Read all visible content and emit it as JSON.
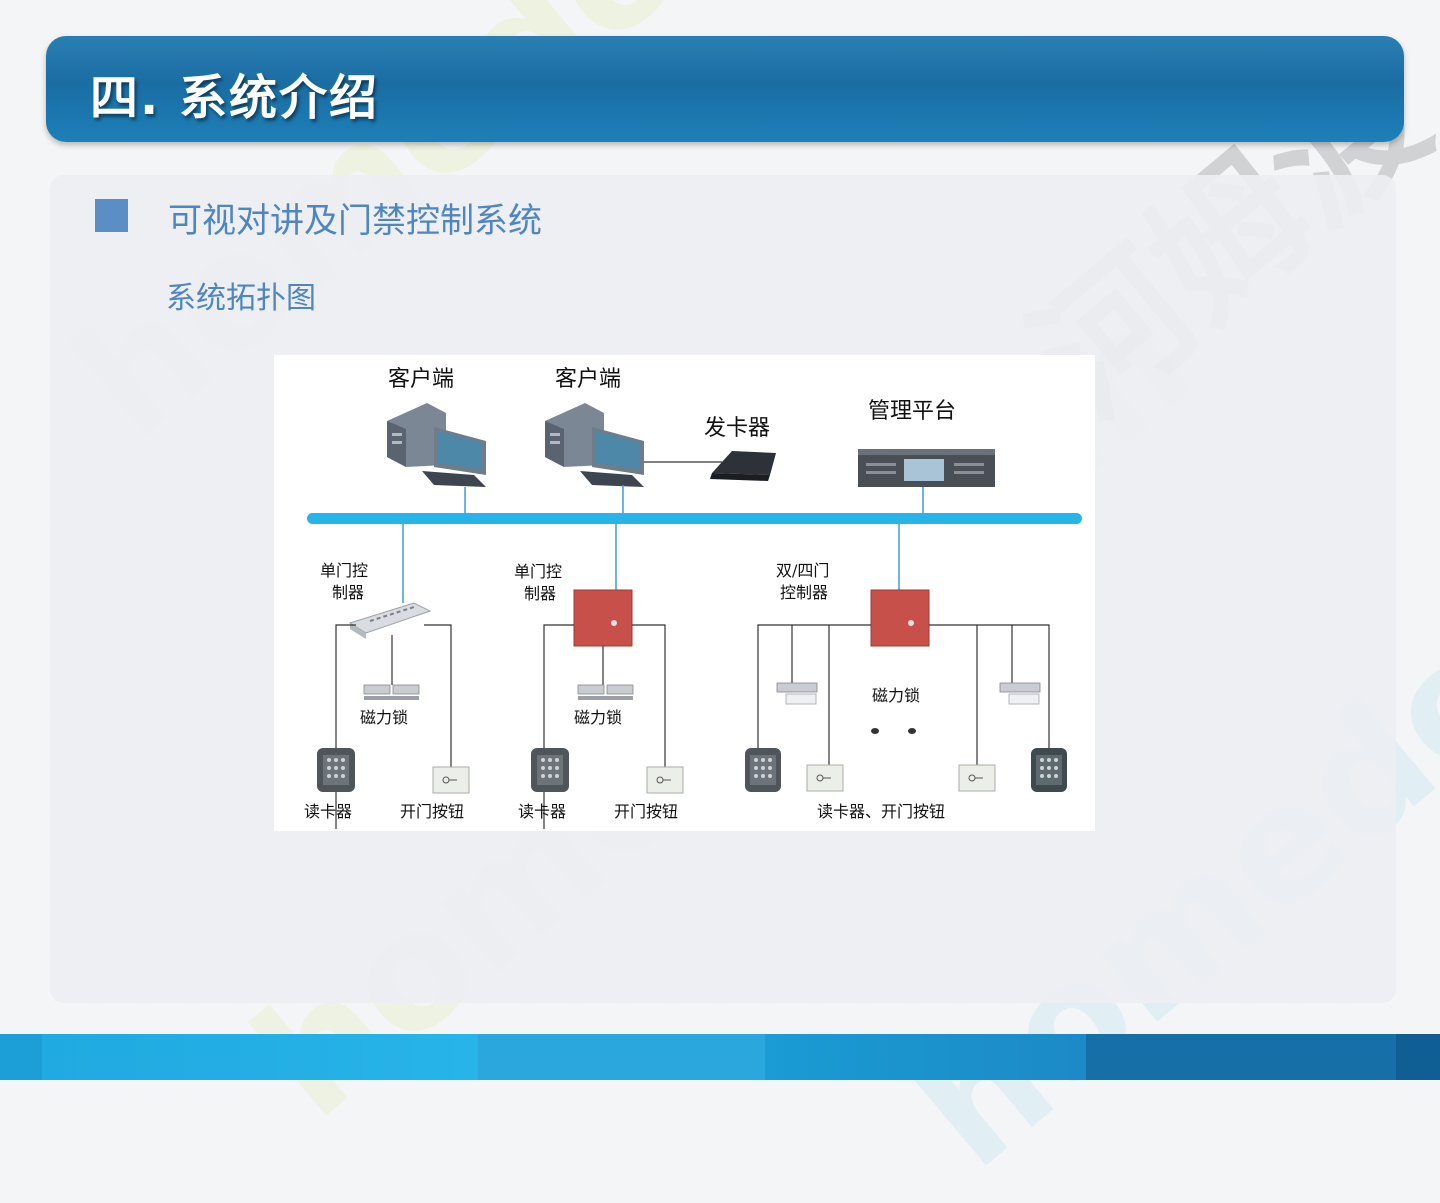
{
  "slide": {
    "title": "四. 系统介绍",
    "heading": "可视对讲及门禁控制系统",
    "subheading": "系统拓扑图"
  },
  "watermark": {
    "latin": "homedo.com",
    "cjk": "河姆渡"
  },
  "diagram": {
    "client_1": "客户端",
    "client_2": "客户端",
    "card_issuer": "发卡器",
    "management_platform": "管理平台",
    "single_door_controller_1": [
      "单门控",
      "制器"
    ],
    "single_door_controller_2": [
      "单门控",
      "制器"
    ],
    "dual_quad_door_controller": [
      "双/四门",
      "控制器"
    ],
    "magnetic_lock_1": "磁力锁",
    "magnetic_lock_2": "磁力锁",
    "magnetic_lock_3": "磁力锁",
    "card_reader_1": "读卡器",
    "exit_button_1": "开门按钮",
    "card_reader_2": "读卡器",
    "exit_button_2": "开门按钮",
    "reader_and_button": "读卡器、开门按钮"
  },
  "colors": {
    "title_bar": "#1a6da3",
    "heading_text": "#4f86c0",
    "bullet": "#5b8ec4",
    "network_bus": "#27b4e8",
    "controller_red": "#c8504a"
  }
}
